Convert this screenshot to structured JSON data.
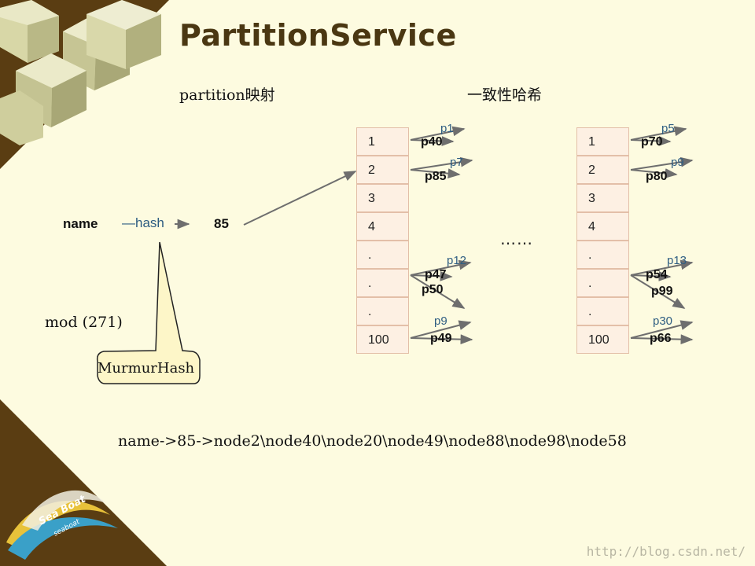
{
  "title": "PartitionService",
  "labels": {
    "partition_mapping": "partition映射",
    "consistent_hashing": "一致性哈希",
    "mod": "mod (271)",
    "name": "name",
    "hash": "—hash",
    "value": "85",
    "murmur": "MurmurHash",
    "route": "name->85->node2\\node40\\node20\\node49\\node88\\node98\\node58",
    "ellipsis": "……",
    "watermark": "http://blog.csdn.net/"
  },
  "tables": [
    {
      "rows": [
        "1",
        "2",
        "3",
        "4",
        ".",
        ".",
        ".",
        "100"
      ],
      "small": [
        "p1",
        "p7",
        "p12",
        "p9"
      ],
      "bold": [
        "p40",
        "p85",
        "p47",
        "p50",
        "p49"
      ]
    },
    {
      "rows": [
        "1",
        "2",
        "3",
        "4",
        ".",
        ".",
        ".",
        "100"
      ],
      "small": [
        "p5",
        "p9",
        "p13",
        "p30"
      ],
      "bold": [
        "p70",
        "p80",
        "p54",
        "p99",
        "p66"
      ]
    }
  ],
  "colors": {
    "background": "#fdfbe0",
    "title": "#4a3712",
    "corner_brown": "#5a3d12",
    "cell_fill": "#fdf0e3",
    "cell_border": "#e3bfa8",
    "arrow_gray": "#6e6e6e",
    "blue_label": "#2e5d82"
  }
}
